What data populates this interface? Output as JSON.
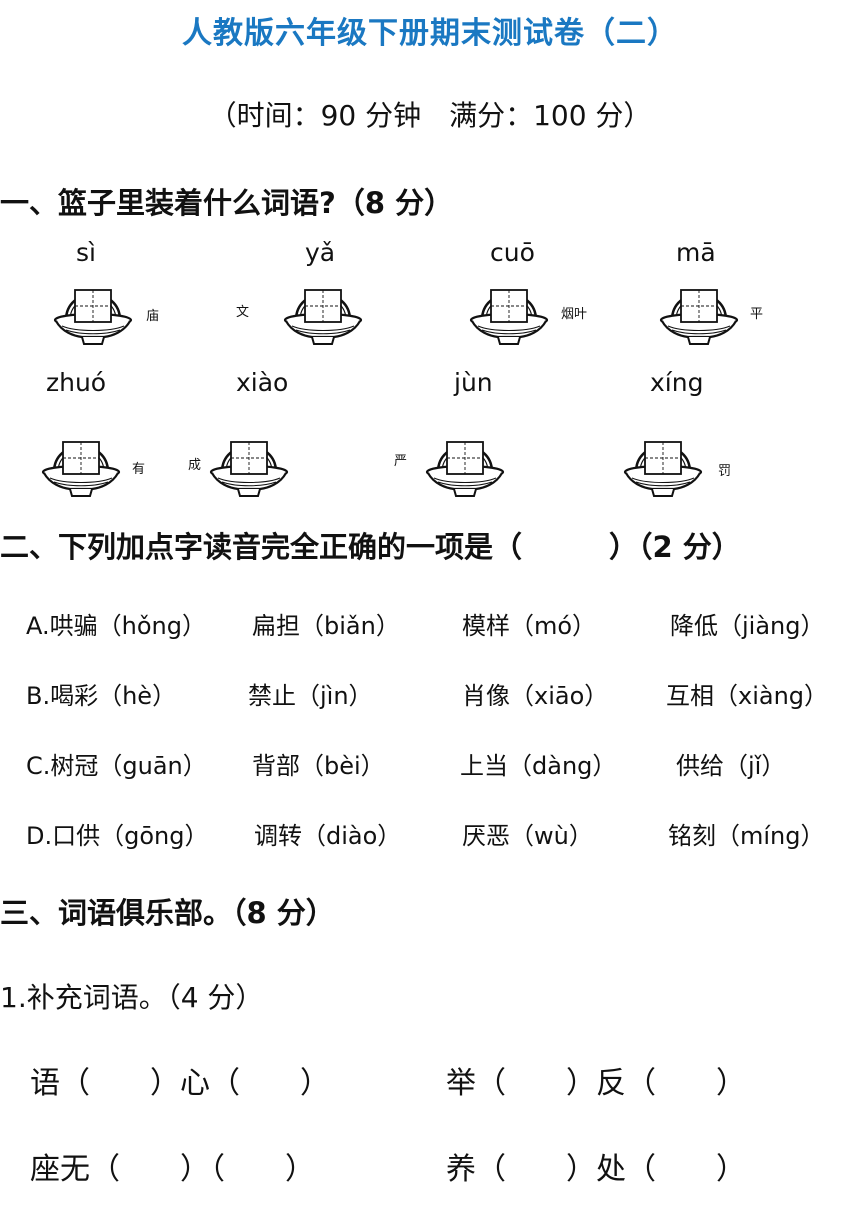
{
  "title": "人教版六年级下册期末测试卷（二）",
  "subtitle": "（时间：90 分钟　满分：100 分）",
  "section1": {
    "heading": "一、篮子里装着什么词语?（8 分）",
    "items": [
      {
        "pinyin": "sì",
        "hint": "庙"
      },
      {
        "pinyin": "yǎ",
        "hint": "文"
      },
      {
        "pinyin": "cuō",
        "hint": "烟叶"
      },
      {
        "pinyin": "mā",
        "hint": "平"
      },
      {
        "pinyin": "zhuó",
        "hint": "有"
      },
      {
        "pinyin": "xiào",
        "hint": "成"
      },
      {
        "pinyin": "jùn",
        "hint": "严"
      },
      {
        "pinyin": "xíng",
        "hint": "罚"
      }
    ]
  },
  "section2": {
    "heading": "二、下列加点字读音完全正确的一项是（　　　）（2 分）",
    "rows": [
      [
        "A.哄骗（hǒng）",
        "扁担（biǎn）",
        "模样（mó）",
        "降低（jiàng）"
      ],
      [
        "B.喝彩（hè）",
        "禁止（jìn）",
        "肖像（xiāo）",
        "互相（xiàng）"
      ],
      [
        "C.树冠（guān）",
        "背部（bèi）",
        "上当（dàng）",
        "供给（jǐ）"
      ],
      [
        "D.口供（gōng）",
        "调转（diào）",
        "厌恶（wù）",
        "铭刻（míng）"
      ]
    ]
  },
  "section3": {
    "heading": "三、词语俱乐部。（8 分）",
    "sub1": "1.补充词语。（4 分）",
    "lines": [
      [
        "语（　　）心（　　）",
        "举（　　）反（　　）"
      ],
      [
        "座无（　　）（　　）",
        "养（　　）处（　　）"
      ]
    ]
  }
}
